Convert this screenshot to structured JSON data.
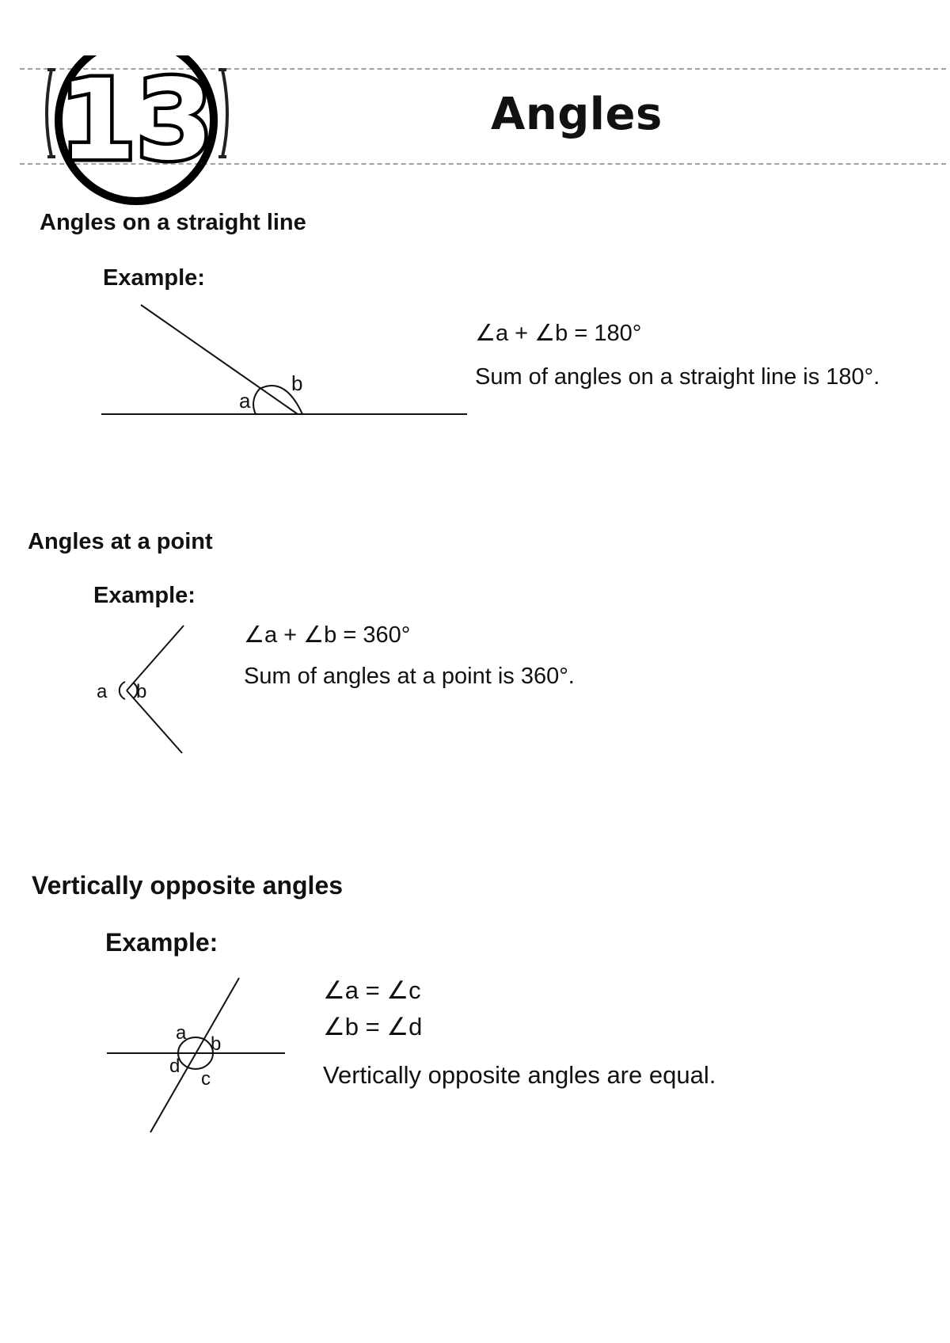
{
  "header": {
    "chapter_number": "13",
    "chapter_title": "Angles"
  },
  "sections": [
    {
      "heading": "Angles on a straight line",
      "example_label": "Example:",
      "formula_lines": [
        "∠a + ∠b = 180°"
      ],
      "rule": "Sum of angles on a straight line is 180°.",
      "diagram_labels": [
        "a",
        "b"
      ]
    },
    {
      "heading": "Angles at a point",
      "example_label": "Example:",
      "formula_lines": [
        "∠a + ∠b = 360°"
      ],
      "rule": "Sum of angles at a point is 360°.",
      "diagram_labels": [
        "a",
        "b"
      ]
    },
    {
      "heading": "Vertically opposite angles",
      "example_label": "Example:",
      "formula_lines": [
        "∠a = ∠c",
        "∠b = ∠d"
      ],
      "rule": "Vertically opposite angles are equal.",
      "diagram_labels": [
        "a",
        "b",
        "c",
        "d"
      ]
    }
  ]
}
